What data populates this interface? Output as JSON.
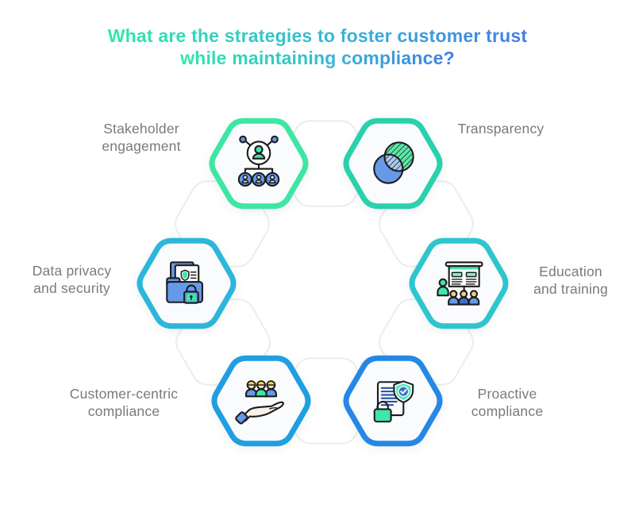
{
  "title": {
    "line1": "What are the strategies to foster customer trust",
    "line2": "while maintaining compliance?"
  },
  "theme": {
    "title_gradient_start": "#2ee9a8",
    "title_gradient_mid": "#38b6d4",
    "title_gradient_end": "#3f7ce8",
    "label_color": "#7a7a7a",
    "background": "#ffffff",
    "faint_hexagon_outline": "#ececec"
  },
  "items": [
    {
      "label": "Stakeholder\nengagement",
      "icon": "org-chart-icon",
      "border_color": "#3ee6a4"
    },
    {
      "label": "Transparency",
      "icon": "overlapping-circles-icon",
      "border_color": "#29d1ad"
    },
    {
      "label": "Data privacy\nand security",
      "icon": "secure-folder-icon",
      "border_color": "#2db6d9"
    },
    {
      "label": "Education\nand training",
      "icon": "presentation-icon",
      "border_color": "#2fc5ce"
    },
    {
      "label": "Customer-centric\ncompliance",
      "icon": "hand-people-icon",
      "border_color": "#209ee2"
    },
    {
      "label": "Proactive\ncompliance",
      "icon": "shield-document-icon",
      "border_color": "#2688e5"
    }
  ]
}
